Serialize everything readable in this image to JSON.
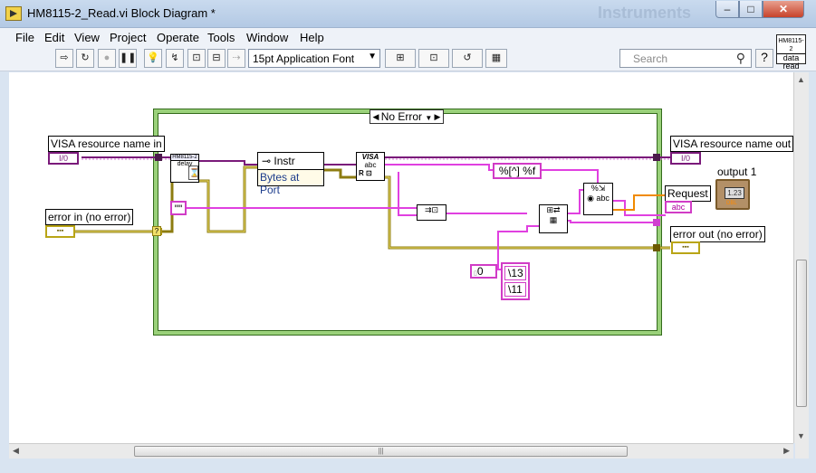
{
  "window": {
    "title": "HM8115-2_Read.vi Block Diagram *",
    "ghost_title": "Instruments",
    "minimize": "–",
    "maximize": "□",
    "close": "✕"
  },
  "menu": [
    "File",
    "Edit",
    "View",
    "Project",
    "Operate",
    "Tools",
    "Window",
    "Help"
  ],
  "toolbar": {
    "font_select": "15pt Application Font",
    "font_arrow": "▼",
    "search_placeholder": "Search",
    "help": "?",
    "buttons": [
      "⇨",
      "↻",
      "●",
      "❚❚",
      "💡",
      "↯",
      "⊡",
      "⊟",
      "⇢",
      "⊞",
      "⊡",
      "↺",
      "▦"
    ]
  },
  "vi_icon": {
    "header": "HM8115-2",
    "line1": "data",
    "line2": "read"
  },
  "diagram": {
    "case_selector": "No Error",
    "terminals": {
      "visa_in": "VISA resource name in",
      "error_in": "error in (no error)",
      "visa_out": "VISA resource name out",
      "error_out": "error out (no error)",
      "request": "Request",
      "output1": "output 1"
    },
    "term_icons": {
      "io_in": "I/0",
      "io_out": "I/0",
      "err_in": "▪▪▪",
      "err_out": "▪▪▪",
      "request_type": "abc",
      "dbl_value": "1.23",
      "dbl_type": "DBL"
    },
    "nodes": {
      "delay_header": "HM8115-2",
      "delay_label": "delay",
      "property_class": "Instr",
      "property_item": "Bytes at Port",
      "visa_read": "VISA",
      "visa_read_sub": "abc",
      "empty_string": "\"\"",
      "format_string": "%[^] %f",
      "const_zero": "0",
      "const_13": "\\13",
      "const_11": "\\11",
      "case_tag": "?"
    }
  }
}
